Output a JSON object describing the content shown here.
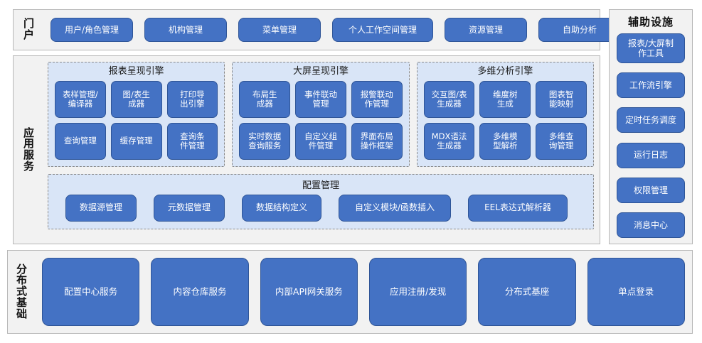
{
  "portal": {
    "label": "门\n户",
    "buttons": [
      {
        "label": "用户/角色管理",
        "width": 116
      },
      {
        "label": "机构管理",
        "width": 116
      },
      {
        "label": "菜单管理",
        "width": 116
      },
      {
        "label": "个人工作空间管理",
        "width": 142
      },
      {
        "label": "资源管理",
        "width": 116
      },
      {
        "label": "自助分析",
        "width": 116
      }
    ]
  },
  "aux": {
    "title": "辅助设施",
    "buttons": [
      {
        "label": "报表/大屏制\n作工具",
        "tall": true
      },
      {
        "label": "工作流引擎",
        "tall": false
      },
      {
        "label": "定时任务调度",
        "tall": false
      },
      {
        "label": "运行日志",
        "tall": false
      },
      {
        "label": "权限管理",
        "tall": false
      },
      {
        "label": "消息中心",
        "tall": false
      }
    ]
  },
  "app_services": {
    "label": "应\n用\n服\n务",
    "engines": [
      {
        "title": "报表呈现引擎",
        "buttons": [
          "表样管理/\n编译器",
          "图/表生\n成器",
          "打印导\n出引擎",
          "查询管理",
          "缓存管理",
          "查询条\n件管理"
        ]
      },
      {
        "title": "大屏呈现引擎",
        "buttons": [
          "布局生\n成器",
          "事件联动\n管理",
          "报警联动\n作管理",
          "实时数据\n查询服务",
          "自定义组\n件管理",
          "界面布局\n操作框架"
        ]
      },
      {
        "title": "多维分析引擎",
        "buttons": [
          "交互图/表\n生成器",
          "维度树\n生成",
          "图表智\n能映射",
          "MDX语法\n生成器",
          "多维模\n型解析",
          "多维查\n询管理"
        ]
      }
    ],
    "config": {
      "title": "配置管理",
      "buttons": [
        {
          "label": "数据源管理",
          "width": 100
        },
        {
          "label": "元数据管理",
          "width": 100
        },
        {
          "label": "数据结构定义",
          "width": 112
        },
        {
          "label": "自定义模块/函数插入",
          "width": 158
        },
        {
          "label": "EEL表达式解析器",
          "width": 140
        }
      ]
    }
  },
  "dist_base": {
    "label": "分\n布\n式\n基\n础",
    "buttons": [
      "配置中心服务",
      "内容仓库服务",
      "内部API网关服务",
      "应用注册/发现",
      "分布式基座",
      "单点登录"
    ]
  },
  "colors": {
    "button_fill": "#4472c4",
    "button_border": "#2f5597",
    "panel_fill": "#f2f2f2",
    "panel_border": "#b7b7b7",
    "inner_fill": "#d9e5f7",
    "inner_border": "#8a8a8a",
    "text_light": "#ffffff",
    "text_dark": "#111111"
  }
}
